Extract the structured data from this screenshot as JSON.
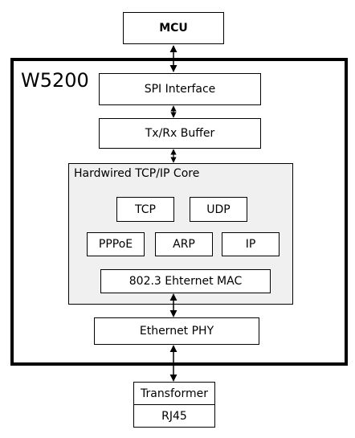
{
  "mcu": "MCU",
  "chip_label": "W5200",
  "spi": "SPI Interface",
  "buffer": "Tx/Rx Buffer",
  "core": {
    "title": "Hardwired TCP/IP Core",
    "tcp": "TCP",
    "udp": "UDP",
    "pppoe": "PPPoE",
    "arp": "ARP",
    "ip": "IP",
    "mac": "802.3 Ehternet MAC"
  },
  "phy": "Ethernet PHY",
  "transformer": "Transformer",
  "rj45": "RJ45"
}
